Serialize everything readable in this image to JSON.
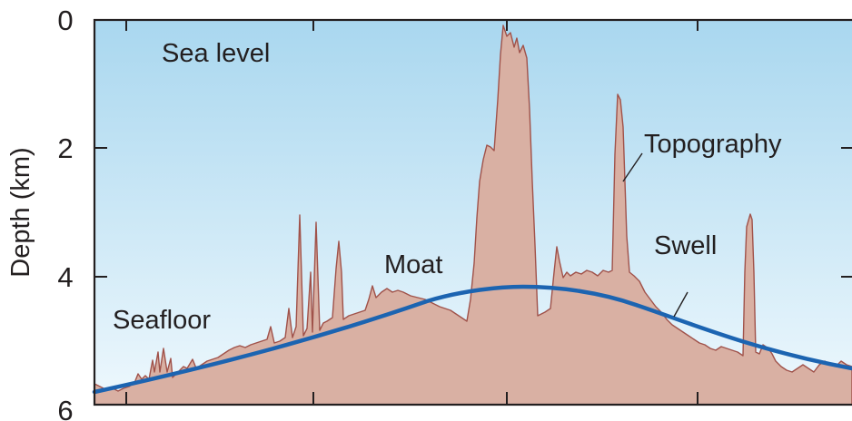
{
  "diagram": {
    "y_axis": {
      "label": "Depth (km)",
      "ticks": [
        "0",
        "2",
        "4",
        "6"
      ]
    },
    "annotations": {
      "sea_level": "Sea level",
      "topography": "Topography",
      "moat": "Moat",
      "swell": "Swell",
      "seafloor": "Seafloor"
    },
    "colors": {
      "sky_top": "#a9d7ef",
      "sky_bottom": "#eef8fd",
      "topography_fill": "#d9b0a3",
      "topography_stroke": "#a0524a",
      "swell_line": "#1c64b1",
      "frame": "#231f20"
    }
  }
}
